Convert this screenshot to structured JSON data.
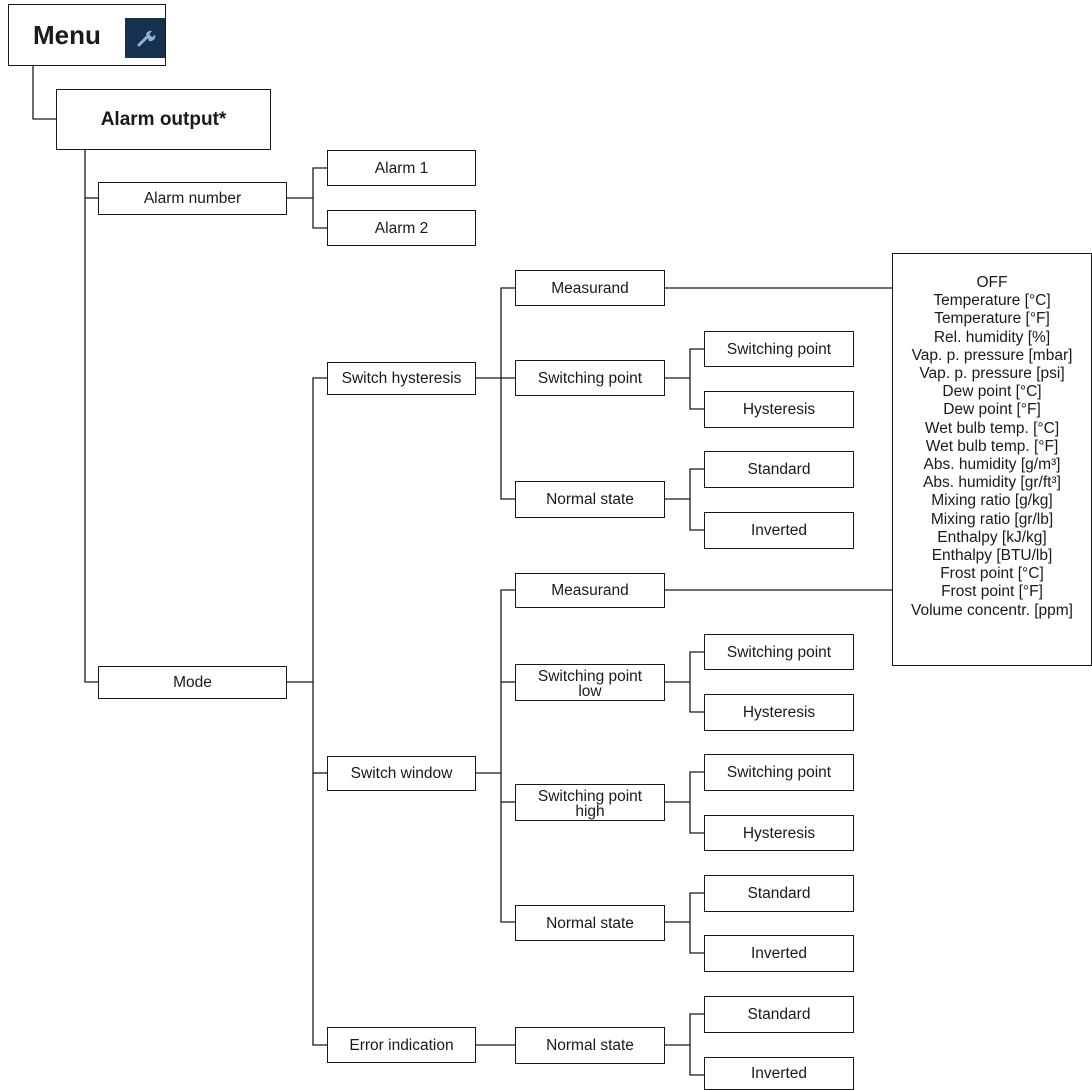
{
  "menu": {
    "title": "Menu",
    "icon": "wrench-icon"
  },
  "root": "Alarm output*",
  "alarm_number": {
    "label": "Alarm number",
    "options": [
      "Alarm 1",
      "Alarm 2"
    ]
  },
  "mode": {
    "label": "Mode",
    "switch_hysteresis": {
      "label": "Switch hysteresis",
      "measurand": "Measurand",
      "switching_point": {
        "label": "Switching point",
        "children": [
          "Switching point",
          "Hysteresis"
        ]
      },
      "normal_state": {
        "label": "Normal state",
        "children": [
          "Standard",
          "Inverted"
        ]
      }
    },
    "switch_window": {
      "label": "Switch window",
      "measurand": "Measurand",
      "switching_point_low": {
        "label_line1": "Switching point",
        "label_line2": "low",
        "children": [
          "Switching point",
          "Hysteresis"
        ]
      },
      "switching_point_high": {
        "label_line1": "Switching point",
        "label_line2": "high",
        "children": [
          "Switching point",
          "Hysteresis"
        ]
      },
      "normal_state": {
        "label": "Normal state",
        "children": [
          "Standard",
          "Inverted"
        ]
      }
    },
    "error_indication": {
      "label": "Error indication",
      "normal_state": {
        "label": "Normal state",
        "children": [
          "Standard",
          "Inverted"
        ]
      }
    }
  },
  "measurand_options": [
    "OFF",
    "Temperature [°C]",
    "Temperature [°F]",
    "Rel. humidity [%]",
    "Vap. p. pressure [mbar]",
    "Vap. p. pressure [psi]",
    "Dew point [°C]",
    "Dew point [°F]",
    "Wet bulb temp. [°C]",
    "Wet bulb temp. [°F]",
    "Abs. humidity [g/m³]",
    "Abs. humidity [gr/ft³]",
    "Mixing ratio [g/kg]",
    "Mixing ratio [gr/lb]",
    "Enthalpy [kJ/kg]",
    "Enthalpy [BTU/lb]",
    "Frost point [°C]",
    "Frost point [°F]",
    "Volume concentr. [ppm]"
  ],
  "colors": {
    "line": "#1a1a1a",
    "icon_bg": "#16314f",
    "icon_fg": "#8fb3e0"
  }
}
